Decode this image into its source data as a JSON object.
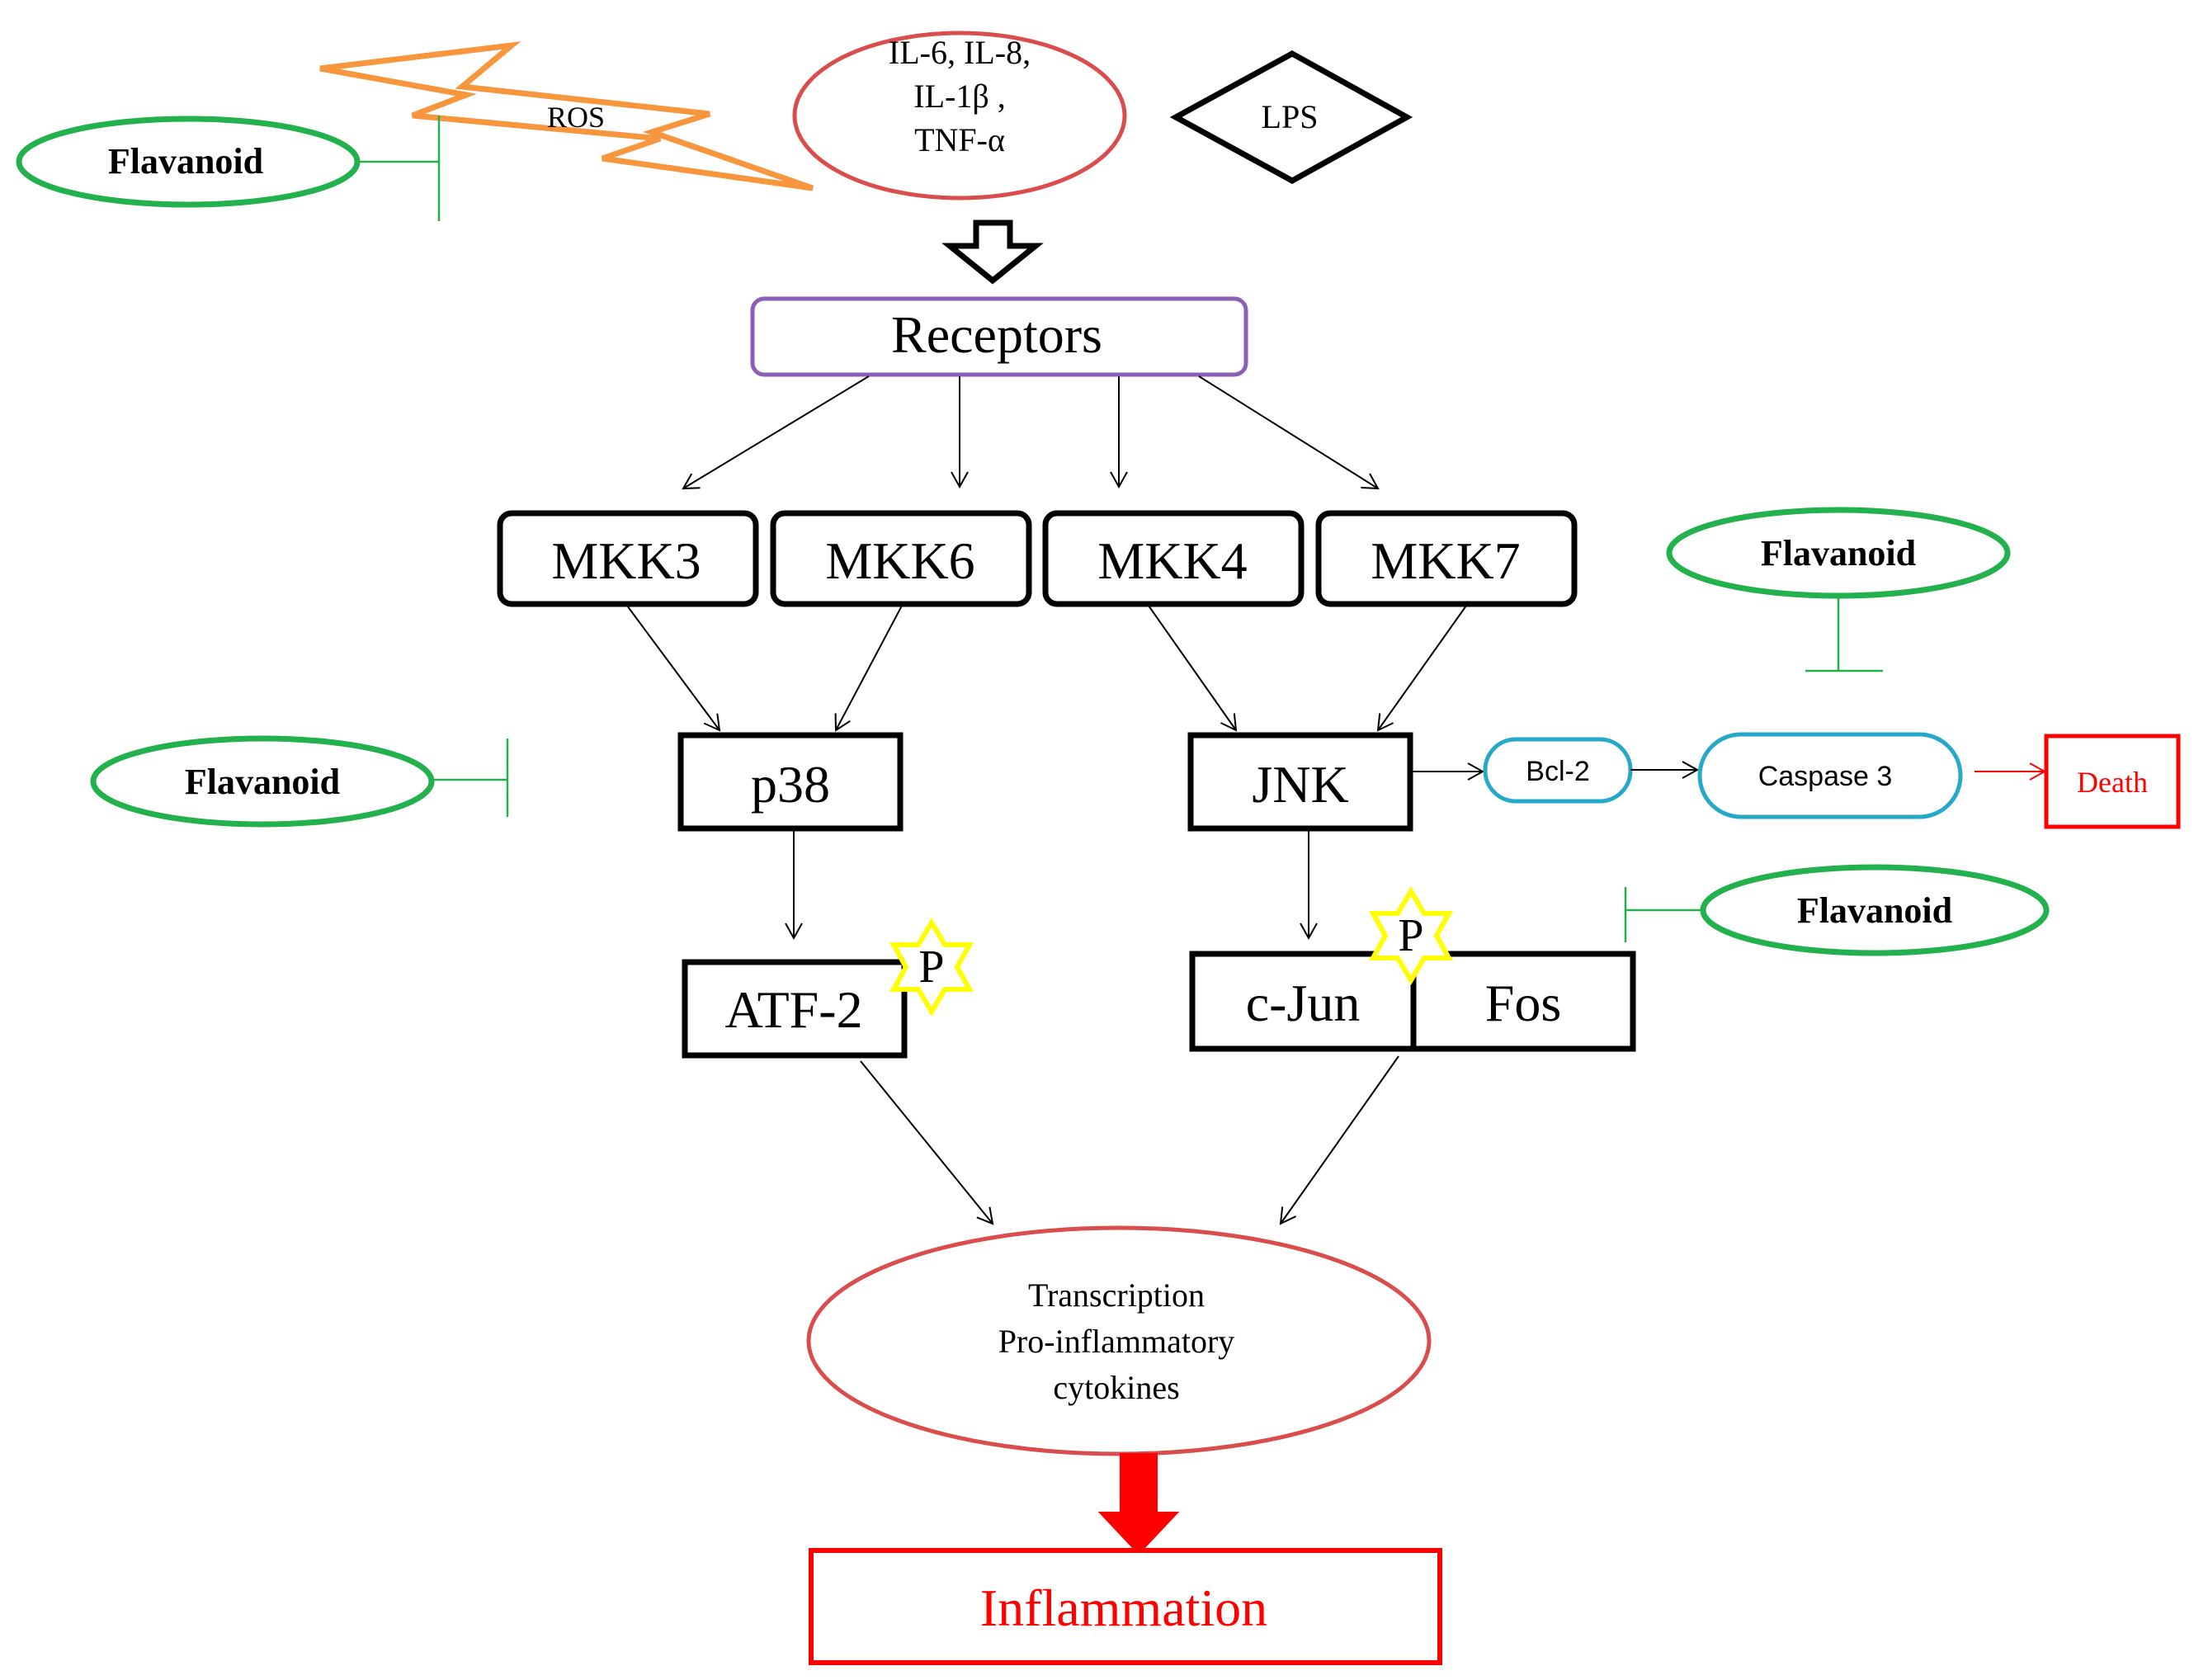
{
  "stimuli": {
    "ros": "ROS",
    "cytokines": [
      "IL-6, IL-8,",
      "IL-1β ,",
      "TNF-α"
    ],
    "lps": "LPS"
  },
  "receptors": "Receptors",
  "kinases": {
    "mkk3": "MKK3",
    "mkk6": "MKK6",
    "mkk4": "MKK4",
    "mkk7": "MKK7"
  },
  "p38": "p38",
  "jnk": "JNK",
  "apoptosis": {
    "bcl2": "Bcl-2",
    "caspase3": "Caspase 3",
    "death": "Death"
  },
  "transcription_factors": {
    "atf2": "ATF-2",
    "cjun": "c-Jun",
    "fos": "Fos",
    "phospho": "P"
  },
  "transcription": [
    "Transcription",
    "Pro-inflammatory",
    "cytokines"
  ],
  "inflammation": "Inflammation",
  "flavanoid": {
    "label_1": "Flavanoid",
    "label_2": "Flavanoid",
    "label_3": "Flavanoid",
    "label_4": "Flavanoid"
  },
  "colors": {
    "flavanoid_green": "#22b14c",
    "inhibition_green": "#22b14c",
    "cytokine_red": "#d94d4d",
    "receptor_purple": "#8b5fb5",
    "ros_orange": "#f7963c",
    "apoptosis_blue": "#26a8c8",
    "death_red": "#ff0000",
    "phospho_yellow": "#ffff00"
  }
}
